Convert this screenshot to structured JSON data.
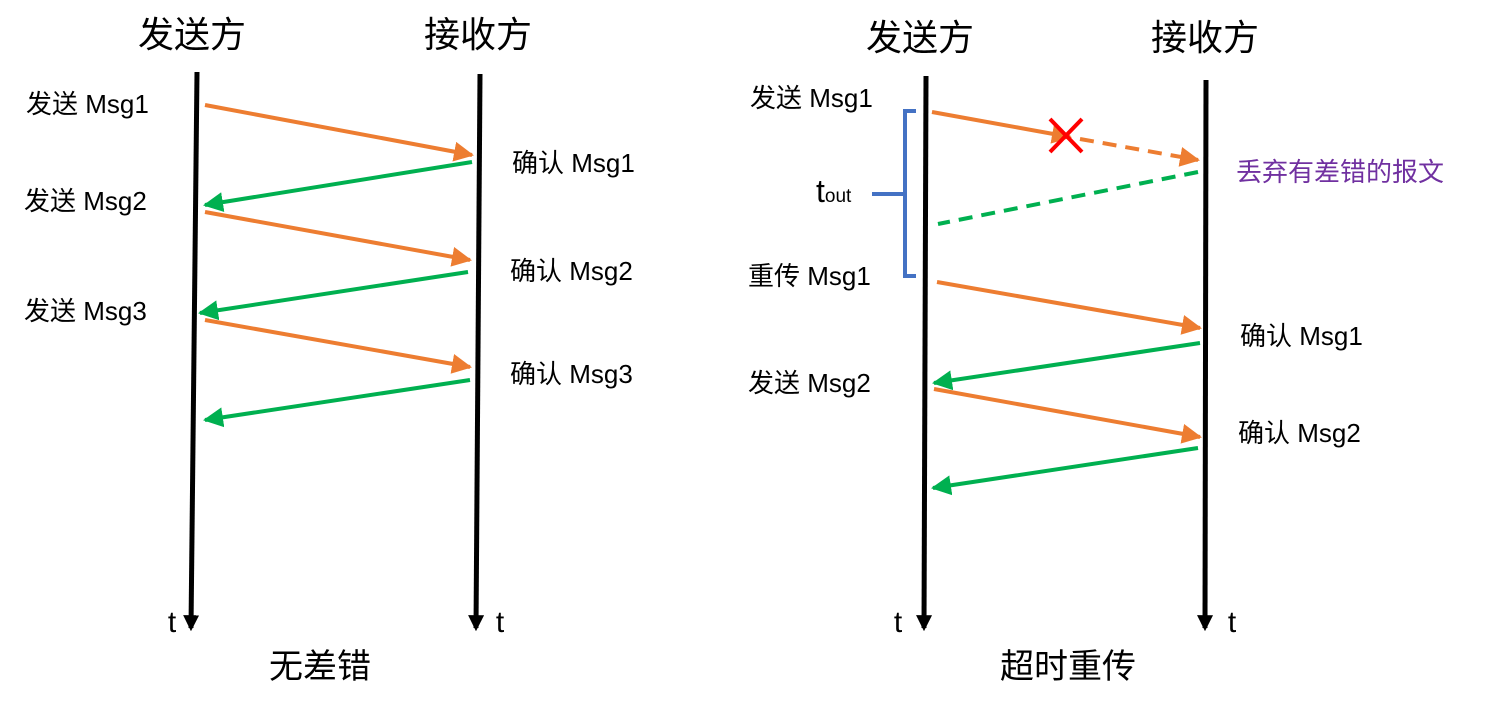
{
  "colors": {
    "send": "#ED7D31",
    "ack": "#00B050",
    "timeline": "#000000",
    "timeout_bracket": "#4472C4",
    "discard_note": "#7030A0",
    "cross": "#FF0000"
  },
  "left_diagram": {
    "sender_title": "发送方",
    "receiver_title": "接收方",
    "caption": "无差错",
    "sender_axis_label": "t",
    "receiver_axis_label": "t",
    "sender_labels": [
      "发送 Msg1",
      "发送 Msg2",
      "发送 Msg3"
    ],
    "receiver_labels": [
      "确认 Msg1",
      "确认 Msg2",
      "确认 Msg3"
    ]
  },
  "right_diagram": {
    "sender_title": "发送方",
    "receiver_title": "接收方",
    "caption": "超时重传",
    "sender_axis_label": "t",
    "receiver_axis_label": "t",
    "sender_labels": [
      "发送 Msg1",
      "重传 Msg1",
      "发送 Msg2"
    ],
    "receiver_labels": [
      "确认 Msg1",
      "确认 Msg2"
    ],
    "discard_note": "丢弃有差错的报文",
    "timeout_label_main": "t",
    "timeout_label_sub": "out"
  }
}
